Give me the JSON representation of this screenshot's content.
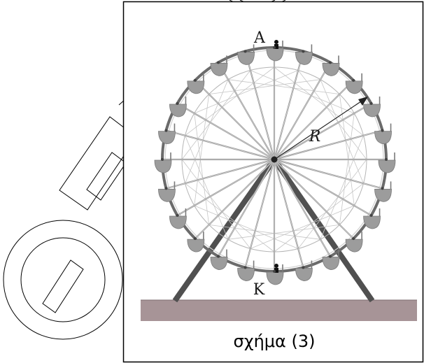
{
  "diagram": {
    "top_label": "A",
    "bottom_label": "K",
    "radius_label": "R",
    "caption": "σχήμα (3)",
    "wheel_spokes": 24,
    "wheel_cabins": 24,
    "colors": {
      "frame": "#000000",
      "spoke": "#9a9a9a",
      "support": "#505050",
      "cabin": "#9c9c9c",
      "ground": "#a79497",
      "background_box": "#ffffff"
    }
  }
}
